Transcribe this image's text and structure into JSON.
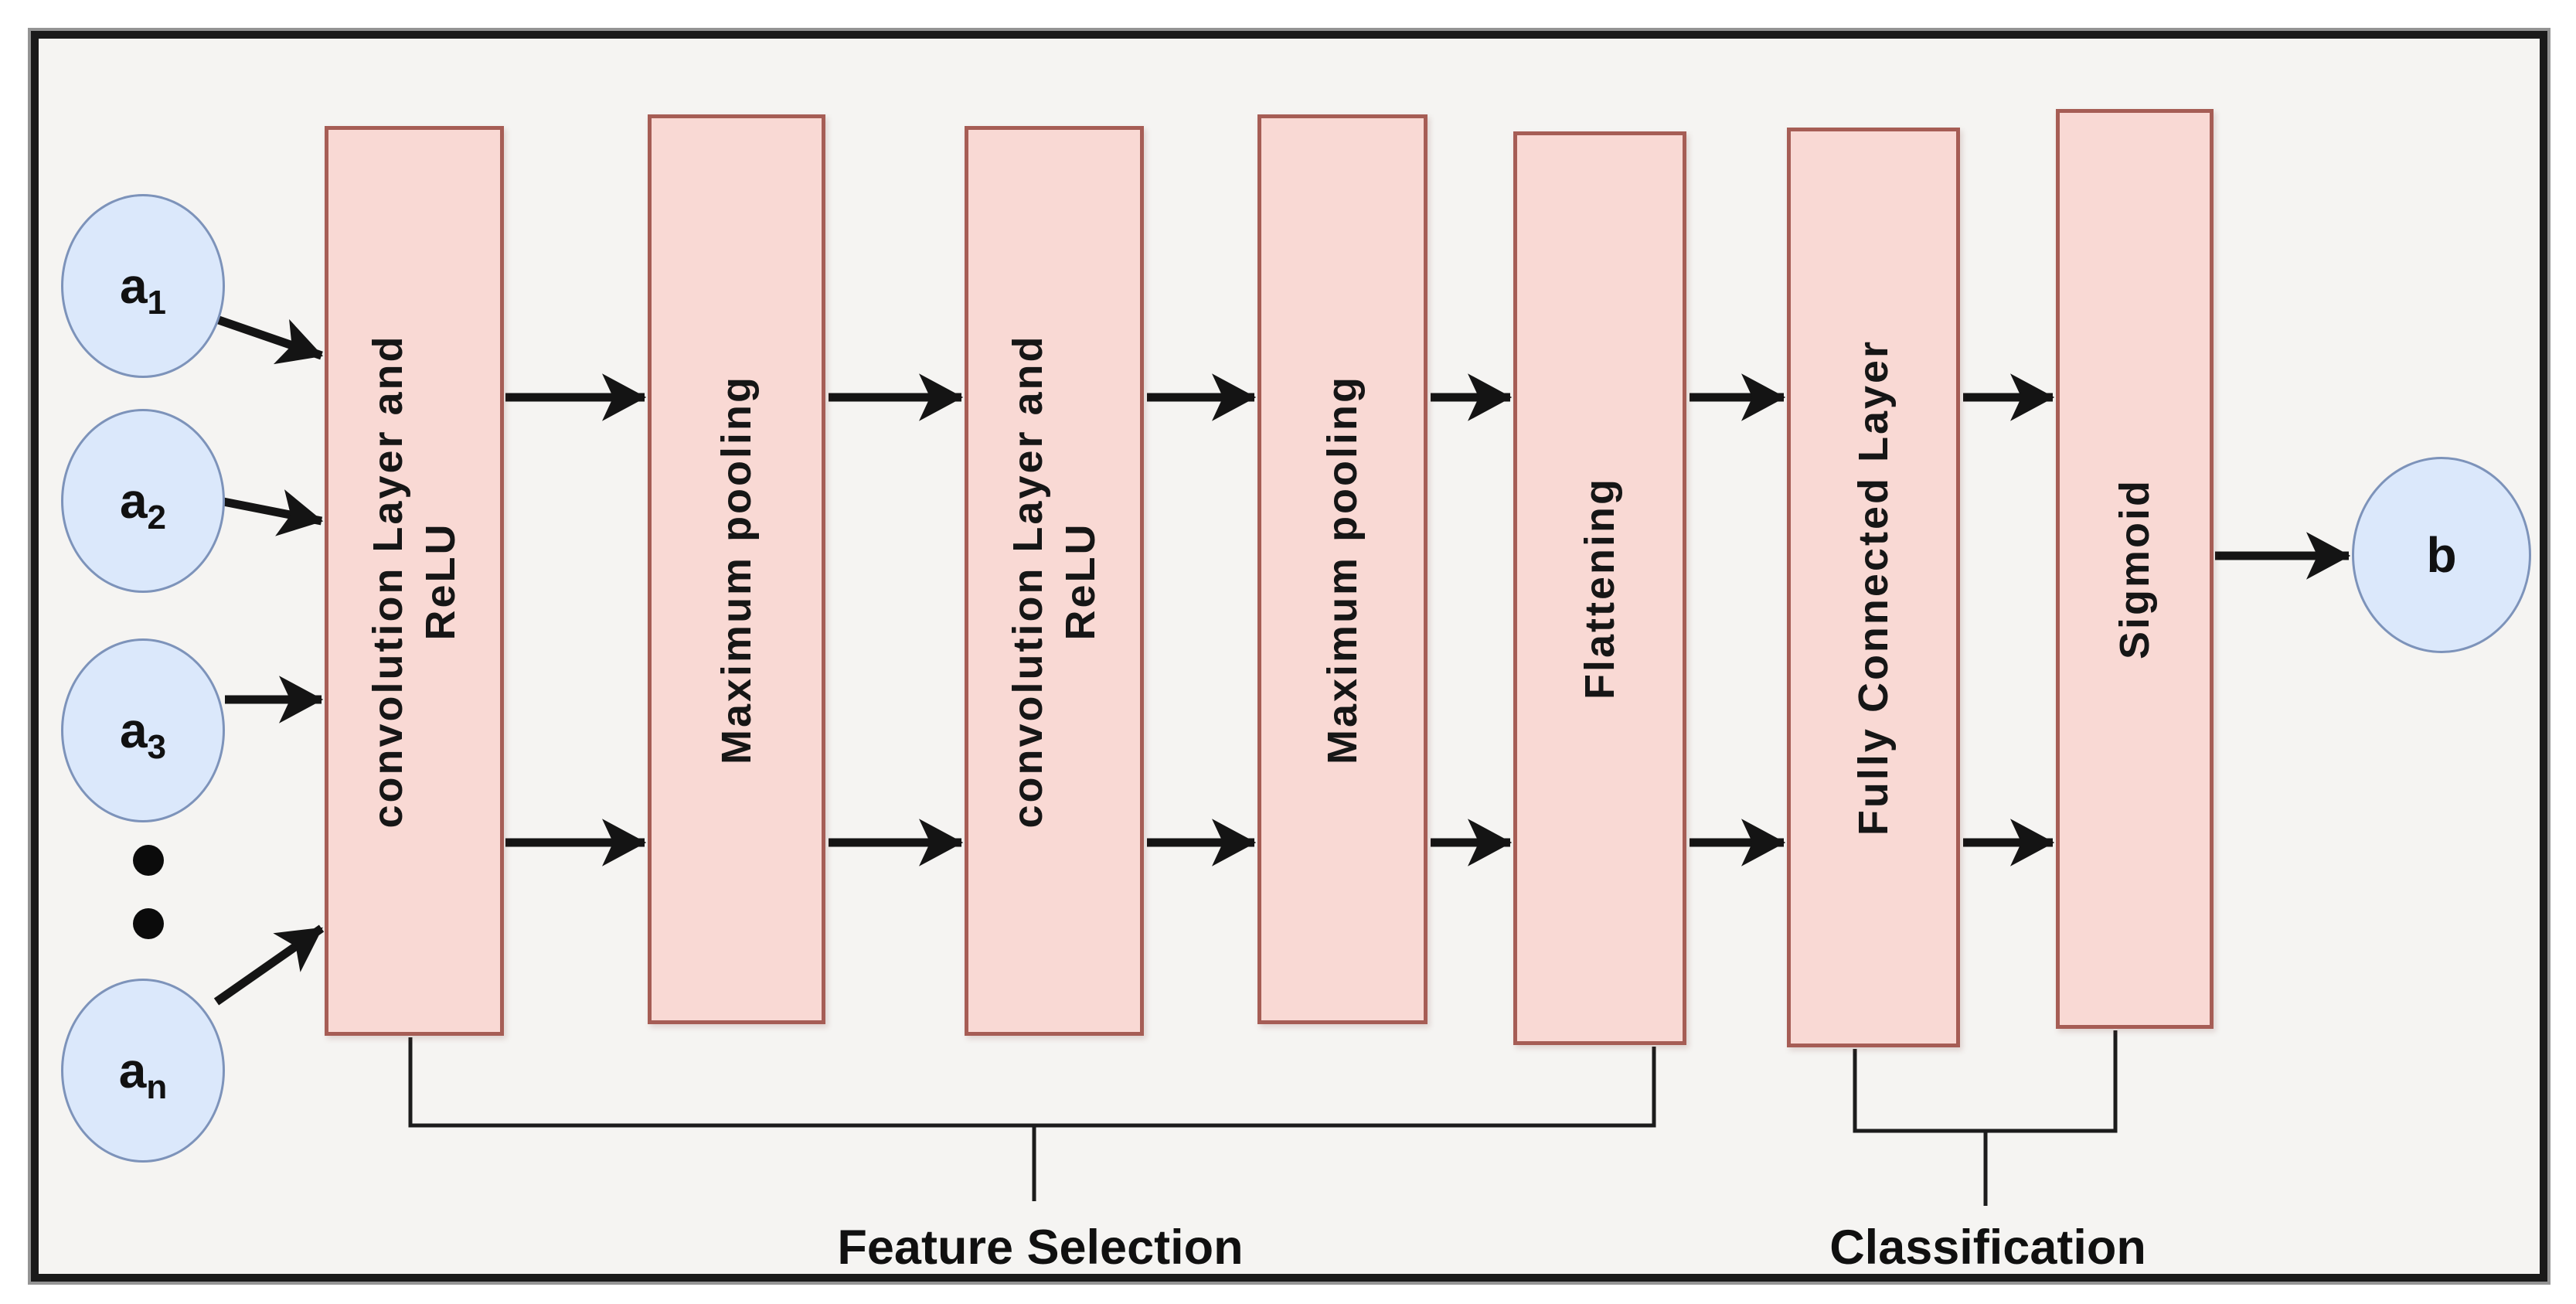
{
  "figure": {
    "inputs": [
      {
        "base": "a",
        "sub": "1"
      },
      {
        "base": "a",
        "sub": "2"
      },
      {
        "base": "a",
        "sub": "3"
      },
      {
        "base": "a",
        "sub": "n"
      }
    ],
    "output": {
      "base": "b"
    },
    "blocks": [
      {
        "lines": [
          "convolution Layer and",
          "ReLU"
        ]
      },
      {
        "lines": [
          "Maximum pooling"
        ]
      },
      {
        "lines": [
          "convolution Layer and",
          "ReLU"
        ]
      },
      {
        "lines": [
          "Maximum pooling"
        ]
      },
      {
        "lines": [
          "Flattening"
        ]
      },
      {
        "lines": [
          "Fully Connected Layer"
        ]
      },
      {
        "lines": [
          "Sigmoid"
        ]
      }
    ],
    "groups": {
      "feature_selection": "Feature Selection",
      "classification": "Classification"
    },
    "colors": {
      "canvas_bg": "#f5f4f2",
      "frame_border": "#1a1a1a",
      "block_fill": "#f9d9d4",
      "block_border": "#a65d55",
      "node_fill": "#dbe8fb",
      "node_border": "#7d93ba",
      "arrow": "#141414"
    }
  }
}
